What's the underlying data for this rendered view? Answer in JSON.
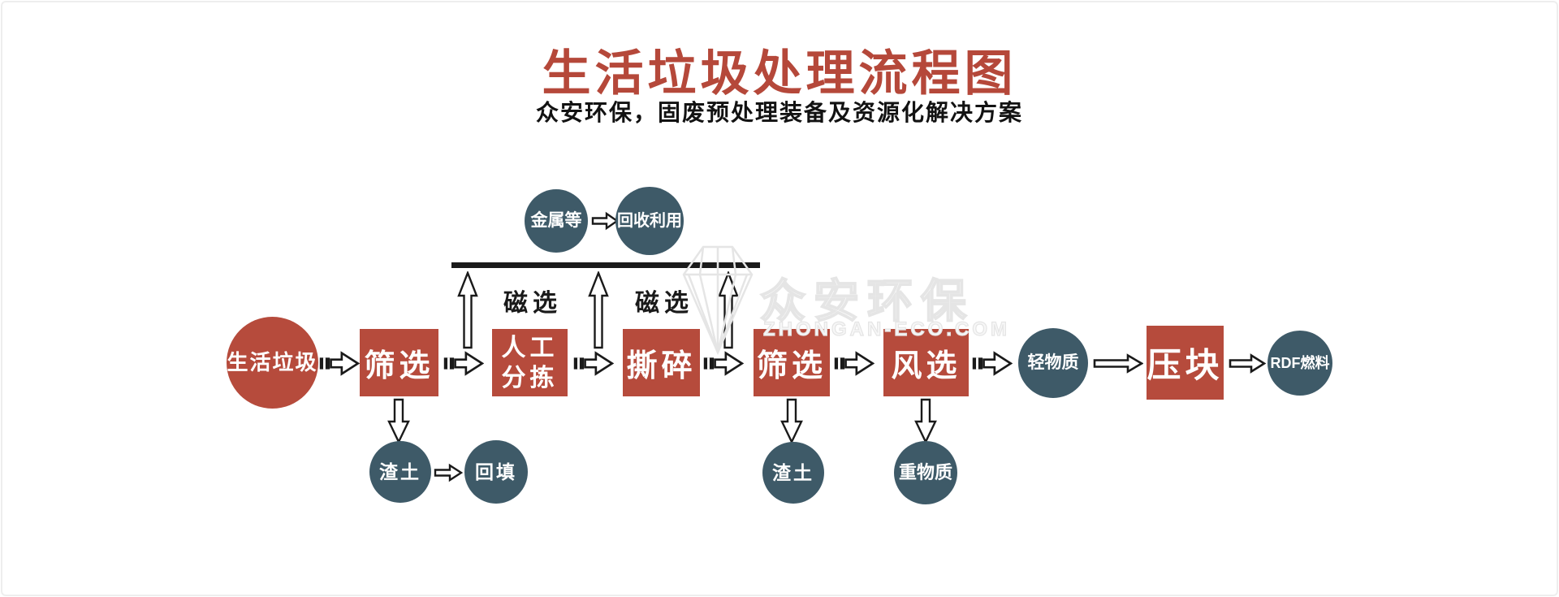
{
  "header": {
    "title": "生活垃圾处理流程图",
    "subtitle": "众安环保，固废预处理装备及资源化解决方案"
  },
  "watermark": {
    "brand": "众安环保",
    "domain": "ZHONGAN-ECO.COM",
    "logo": "gem-diamond-logo"
  },
  "colors": {
    "accent_red": "#b5483a",
    "node_red": "#b64b3c",
    "node_slate": "#3e5a68",
    "separator_black": "#1a1a1a",
    "watermark_gray": "#e5e5e5"
  },
  "labels": {
    "magnetic_1": "磁选",
    "magnetic_2": "磁选"
  },
  "nodes": {
    "trash": "生活垃圾",
    "screen_1": "筛选",
    "manual_sort_line1": "人工",
    "manual_sort_line2": "分拣",
    "shred": "撕碎",
    "screen_2": "筛选",
    "air_sort": "风选",
    "light_material": "轻物质",
    "press_block": "压块",
    "rdf_fuel": "RDF燃料",
    "metal": "金属等",
    "recycle": "回收利用",
    "slag_1": "渣土",
    "backfill": "回填",
    "slag_2": "渣土",
    "heavy_material": "重物质"
  }
}
